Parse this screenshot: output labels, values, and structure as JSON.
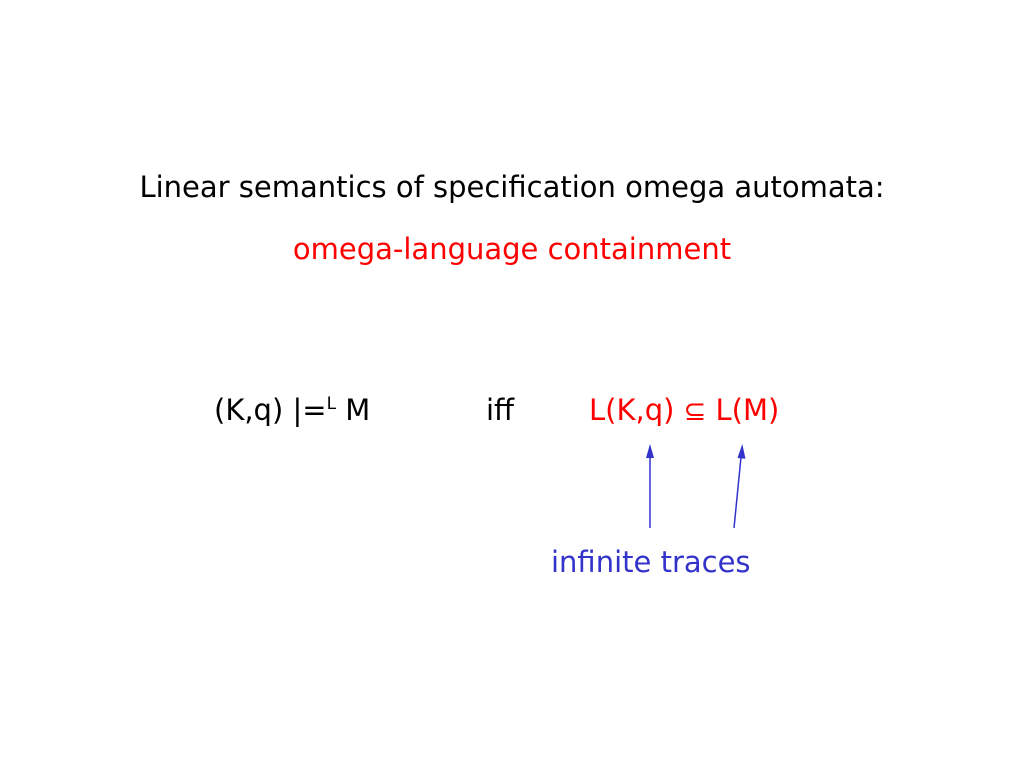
{
  "heading": {
    "line1": "Linear semantics of specification omega automata:",
    "line2": "omega-language containment"
  },
  "formula": {
    "lhs_prefix": "(K,q)  |=",
    "lhs_sup": "L",
    "lhs_suffix": "  M",
    "iff": "iff",
    "rhs_left": "L(K,q) ",
    "subset_symbol": "⊆",
    "rhs_right": " L(M)"
  },
  "annotation": {
    "label": "infinite traces"
  },
  "colors": {
    "text": "#000000",
    "highlight": "#ff0000",
    "annotation": "#3333cc"
  }
}
